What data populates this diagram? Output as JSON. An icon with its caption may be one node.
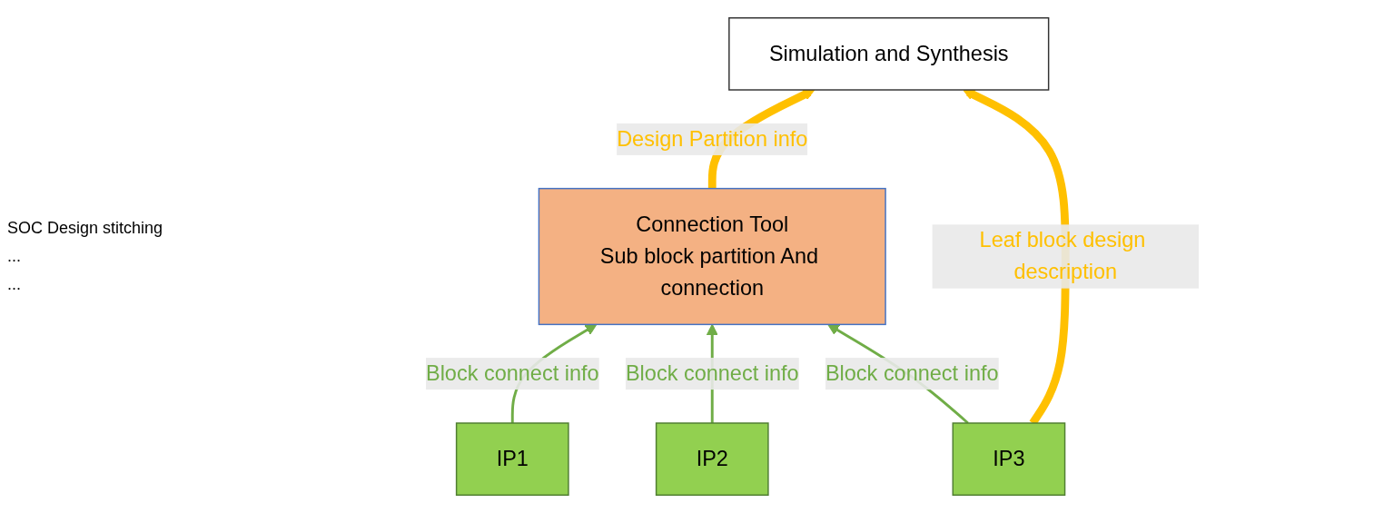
{
  "diagram": {
    "caption": "SOC Design stitching",
    "nodes": [
      {
        "text": [
          "Connection Tool",
          "Sub block partition And connection"
        ]
      },
      {
        "text": [
          "IP1"
        ]
      },
      {
        "text": [
          "IP2"
        ]
      },
      {
        "text": [
          "IP3"
        ]
      },
      {
        "text": [
          "Simulation and Synthesis"
        ]
      }
    ],
    "edges": [
      {
        "from": 1,
        "to": 0,
        "arrow": "to",
        "label": "Block connect info"
      },
      {
        "from": 2,
        "to": 0,
        "arrow": "to",
        "label": "Block connect info"
      },
      {
        "from": 3,
        "to": 0,
        "arrow": "to",
        "label": "Block connect info"
      },
      {
        "from": 0,
        "to": 4,
        "arrow": "to",
        "label": "Design Partition info",
        "style": "thick",
        "color": "#ffc000"
      },
      {
        "from": 3,
        "to": 4,
        "arrow": "to",
        "label": "Leaf block design description",
        "style": "thick",
        "color": "#ffc000"
      }
    ],
    "labels": [
      "...",
      "..."
    ]
  }
}
